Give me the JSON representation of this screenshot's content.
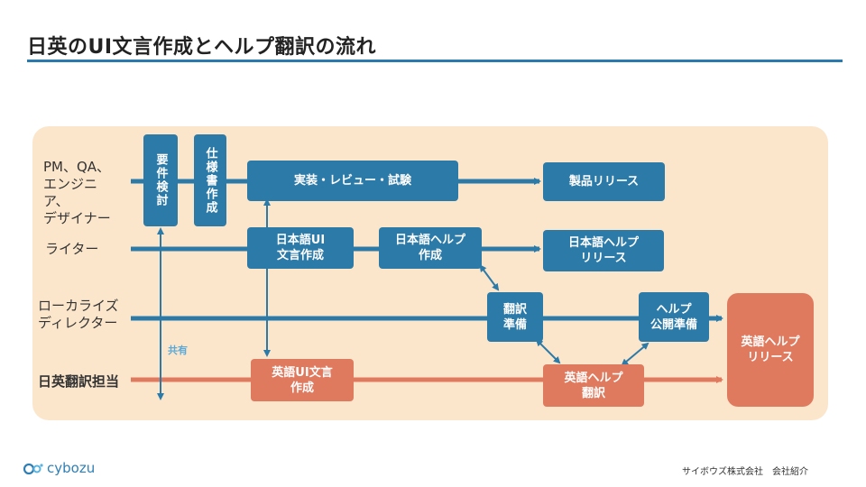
{
  "title": "日英のUI文言作成とヘルプ翻訳の流れ",
  "lanes": {
    "pm": [
      "PM、QA、",
      "エンジニ",
      "ア、",
      "デザイナー"
    ],
    "writer": "ライター",
    "localization": [
      "ローカライズ",
      "ディレクター"
    ],
    "translator": "日英翻訳担当"
  },
  "boxes": {
    "requirements": "要件検討",
    "spec": "仕様書作成",
    "impl": "実装・レビュー・試験",
    "release": "製品リリース",
    "ja_ui": "日本語UI\n文言作成",
    "ja_help": "日本語ヘルプ\n作成",
    "ja_help_release": "日本語ヘルプ\nリリース",
    "translation_prep": "翻訳\n準備",
    "help_publish_prep": "ヘルプ\n公開準備",
    "en_help_release": "英語ヘルプ\nリリース",
    "en_ui": "英語UI文言\n作成",
    "en_help_translation": "英語ヘルプ\n翻訳"
  },
  "shared_label": "共有",
  "logo_text": "cybozu",
  "footer": "サイボウズ株式会社　会社紹介",
  "colors": {
    "blue": "#2c7aa8",
    "orange": "#e07a5f",
    "panel": "#fbe6cc",
    "accent": "#2a7ab0"
  }
}
